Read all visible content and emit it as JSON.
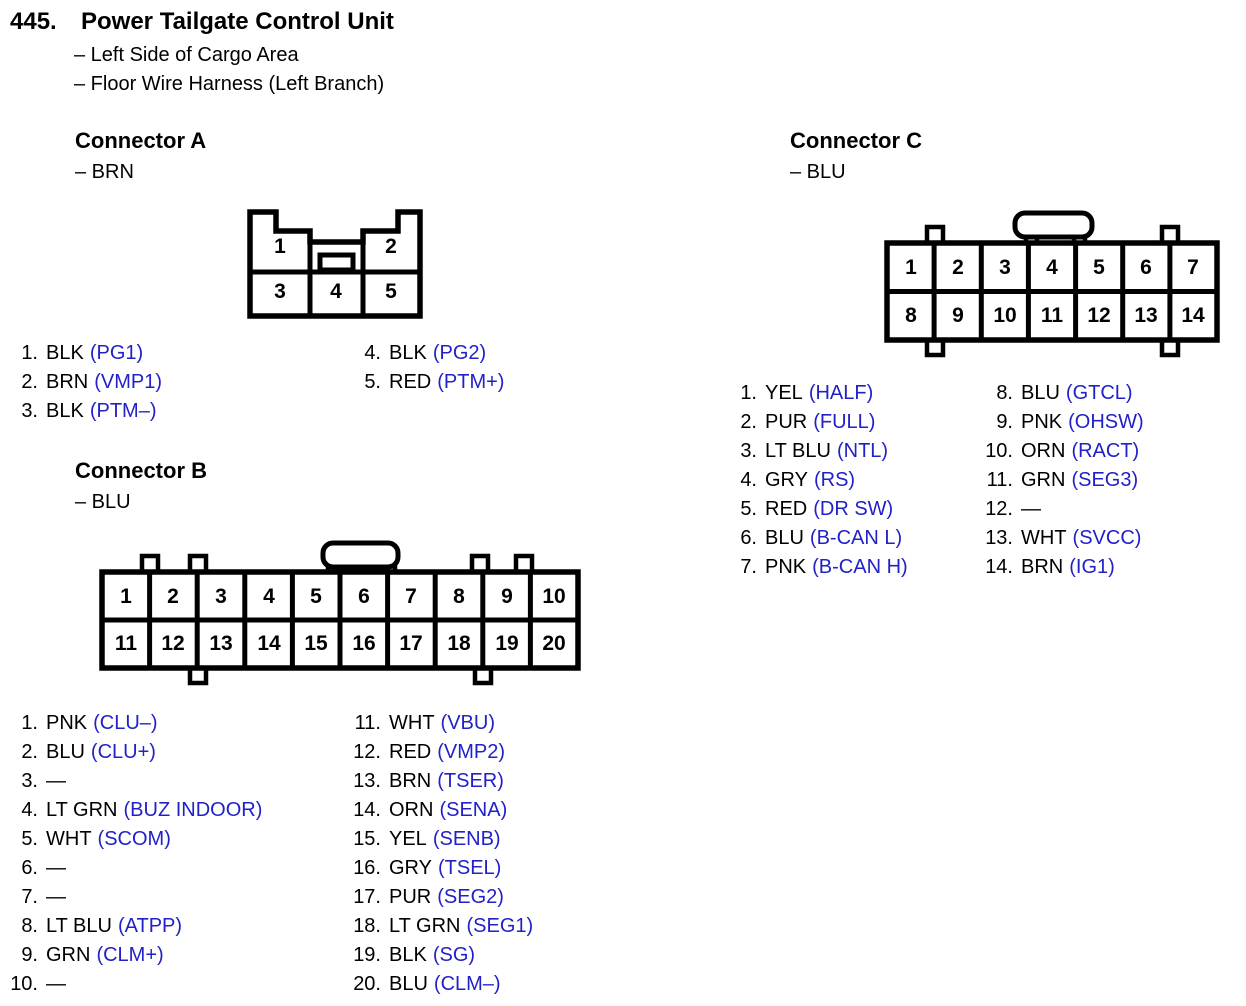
{
  "page": {
    "number": "445.",
    "title": "Power Tailgate Control Unit",
    "locations": [
      "– Left Side of Cargo Area",
      "– Floor Wire Harness (Left Branch)"
    ]
  },
  "colors": {
    "signal_blue": "#2121c8",
    "diagram_ink": "#000000",
    "background": "#ffffff"
  },
  "connector_a": {
    "heading": "Connector A",
    "color_note": "– BRN",
    "cells": [
      "1",
      "2",
      "3",
      "4",
      "5"
    ],
    "pins_col1": [
      {
        "num": "1.",
        "wire": "BLK",
        "signal": "(PG1)"
      },
      {
        "num": "2.",
        "wire": "BRN",
        "signal": "(VMP1)"
      },
      {
        "num": "3.",
        "wire": "BLK",
        "signal": "(PTM–)"
      }
    ],
    "pins_col2": [
      {
        "num": "4.",
        "wire": "BLK",
        "signal": "(PG2)"
      },
      {
        "num": "5.",
        "wire": "RED",
        "signal": "(PTM+)"
      }
    ]
  },
  "connector_b": {
    "heading": "Connector B",
    "color_note": "– BLU",
    "cells": [
      "1",
      "2",
      "3",
      "4",
      "5",
      "6",
      "7",
      "8",
      "9",
      "10",
      "11",
      "12",
      "13",
      "14",
      "15",
      "16",
      "17",
      "18",
      "19",
      "20"
    ],
    "pins_col1": [
      {
        "num": "1.",
        "wire": "PNK",
        "signal": "(CLU–)"
      },
      {
        "num": "2.",
        "wire": "BLU",
        "signal": "(CLU+)"
      },
      {
        "num": "3.",
        "wire": "—",
        "signal": ""
      },
      {
        "num": "4.",
        "wire": "LT GRN",
        "signal": "(BUZ INDOOR)"
      },
      {
        "num": "5.",
        "wire": "WHT",
        "signal": "(SCOM)"
      },
      {
        "num": "6.",
        "wire": "—",
        "signal": ""
      },
      {
        "num": "7.",
        "wire": "—",
        "signal": ""
      },
      {
        "num": "8.",
        "wire": "LT BLU",
        "signal": "(ATPP)"
      },
      {
        "num": "9.",
        "wire": "GRN",
        "signal": "(CLM+)"
      },
      {
        "num": "10.",
        "wire": "—",
        "signal": ""
      }
    ],
    "pins_col2": [
      {
        "num": "11.",
        "wire": "WHT",
        "signal": "(VBU)"
      },
      {
        "num": "12.",
        "wire": "RED",
        "signal": "(VMP2)"
      },
      {
        "num": "13.",
        "wire": "BRN",
        "signal": "(TSER)"
      },
      {
        "num": "14.",
        "wire": "ORN",
        "signal": "(SENA)"
      },
      {
        "num": "15.",
        "wire": "YEL",
        "signal": "(SENB)"
      },
      {
        "num": "16.",
        "wire": "GRY",
        "signal": "(TSEL)"
      },
      {
        "num": "17.",
        "wire": "PUR",
        "signal": "(SEG2)"
      },
      {
        "num": "18.",
        "wire": "LT GRN",
        "signal": "(SEG1)"
      },
      {
        "num": "19.",
        "wire": "BLK",
        "signal": "(SG)"
      },
      {
        "num": "20.",
        "wire": "BLU",
        "signal": "(CLM–)"
      }
    ]
  },
  "connector_c": {
    "heading": "Connector C",
    "color_note": "– BLU",
    "cells": [
      "1",
      "2",
      "3",
      "4",
      "5",
      "6",
      "7",
      "8",
      "9",
      "10",
      "11",
      "12",
      "13",
      "14"
    ],
    "pins_col1": [
      {
        "num": "1.",
        "wire": "YEL",
        "signal": "(HALF)"
      },
      {
        "num": "2.",
        "wire": "PUR",
        "signal": "(FULL)"
      },
      {
        "num": "3.",
        "wire": "LT BLU",
        "signal": "(NTL)"
      },
      {
        "num": "4.",
        "wire": "GRY",
        "signal": "(RS)"
      },
      {
        "num": "5.",
        "wire": "RED",
        "signal": "(DR SW)"
      },
      {
        "num": "6.",
        "wire": "BLU",
        "signal": "(B-CAN L)"
      },
      {
        "num": "7.",
        "wire": "PNK",
        "signal": "(B-CAN H)"
      }
    ],
    "pins_col2": [
      {
        "num": "8.",
        "wire": "BLU",
        "signal": "(GTCL)"
      },
      {
        "num": "9.",
        "wire": "PNK",
        "signal": "(OHSW)"
      },
      {
        "num": "10.",
        "wire": "ORN",
        "signal": "(RACT)"
      },
      {
        "num": "11.",
        "wire": "GRN",
        "signal": "(SEG3)"
      },
      {
        "num": "12.",
        "wire": "—",
        "signal": ""
      },
      {
        "num": "13.",
        "wire": "WHT",
        "signal": "(SVCC)"
      },
      {
        "num": "14.",
        "wire": "BRN",
        "signal": "(IG1)"
      }
    ]
  }
}
